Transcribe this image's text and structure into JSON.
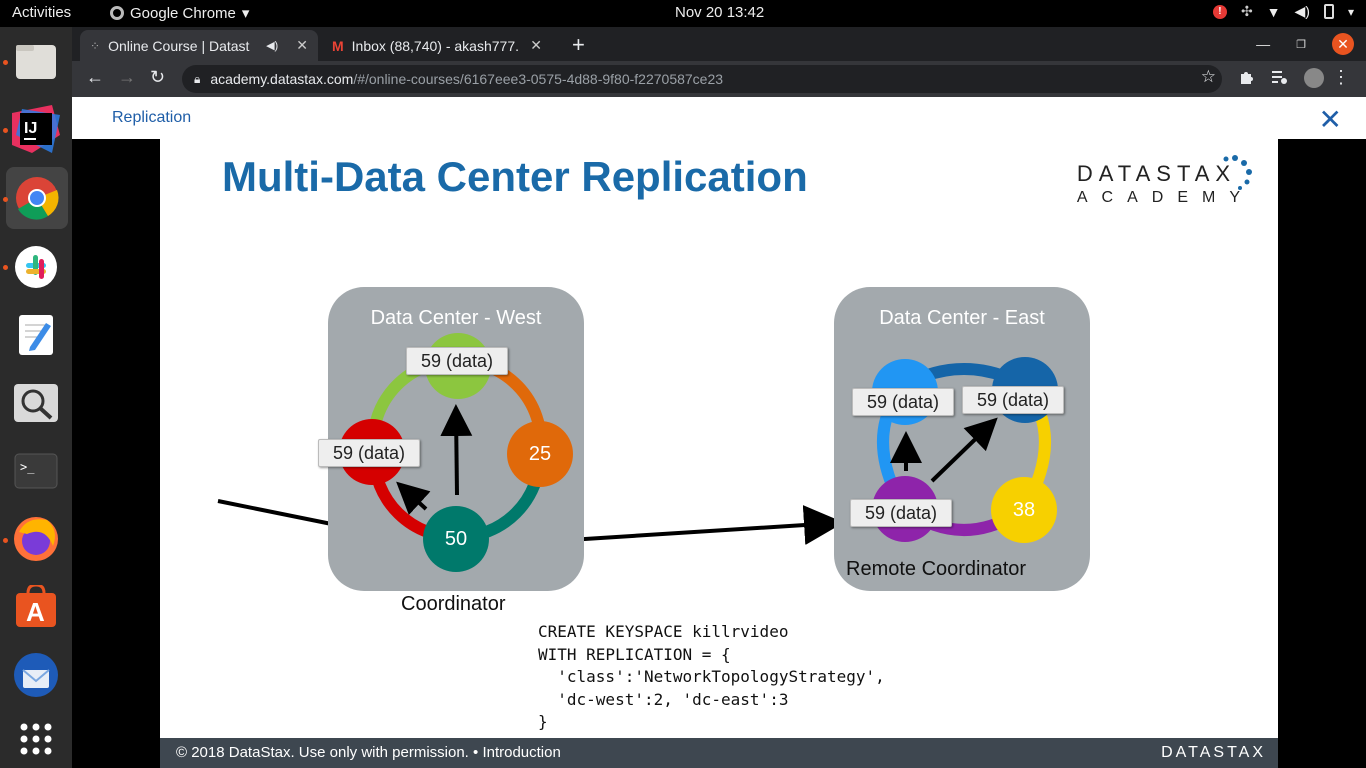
{
  "topbar": {
    "activities": "Activities",
    "app_name": "Google Chrome",
    "datetime": "Nov 20  13:42"
  },
  "dock": {
    "items": [
      "files-icon",
      "intellij-icon",
      "chrome-icon",
      "slack-icon",
      "text-editor-icon",
      "image-viewer-icon",
      "terminal-icon",
      "firefox-icon",
      "software-center-icon",
      "thunderbird-icon",
      "app-grid-icon"
    ]
  },
  "browser": {
    "tabs": [
      {
        "title": "Online Course | Datast",
        "active": true
      },
      {
        "title": "Inbox (88,740) - akash777.",
        "active": false
      }
    ],
    "url_host": "academy.datastax.com",
    "url_path": "/#/online-courses/6167eee3-0575-4d88-9f80-f2270587ce23"
  },
  "page": {
    "breadcrumb": "Replication",
    "close_symbol": "✕"
  },
  "slide": {
    "title": "Multi-Data Center Replication",
    "logo_line1": "DATASTAX",
    "logo_line2": "ACADEMY",
    "west": {
      "label": "Data Center - West",
      "nodes": [
        {
          "name": "top",
          "value": "",
          "color": "#8cc63f"
        },
        {
          "name": "right",
          "value": "25",
          "color": "#e0690a"
        },
        {
          "name": "bottom",
          "value": "50",
          "color": "#00796b"
        },
        {
          "name": "left",
          "value": "",
          "color": "#d50000"
        }
      ],
      "tags": [
        "59 (data)",
        "59 (data)"
      ],
      "caption": "Coordinator"
    },
    "east": {
      "label": "Data Center - East",
      "nodes": [
        {
          "name": "top-left",
          "value": "",
          "color": "#2196f3"
        },
        {
          "name": "top-right",
          "value": "",
          "color": "#1565a8"
        },
        {
          "name": "bottom-right",
          "value": "38",
          "color": "#f7d000"
        },
        {
          "name": "bottom-left",
          "value": "",
          "color": "#8e24aa"
        }
      ],
      "tags": [
        "59 (data)",
        "59 (data)",
        "59 (data)"
      ],
      "caption": "Remote Coordinator"
    },
    "code_lines": [
      "CREATE KEYSPACE killrvideo",
      "WITH REPLICATION = {",
      "  'class':'NetworkTopologyStrategy',",
      "  'dc-west':2, 'dc-east':3",
      "}"
    ],
    "footer_left": "© 2018 DataStax. Use only with permission. • Introduction",
    "footer_right": "DATASTAX"
  }
}
